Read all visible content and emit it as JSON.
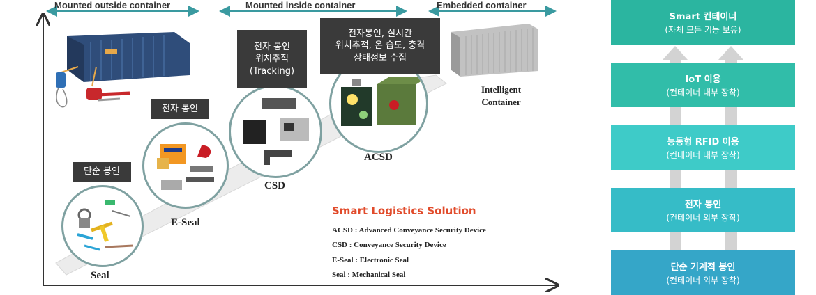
{
  "ranges": {
    "outside": "Mounted outside container",
    "inside": "Mounted inside container",
    "embedded": "Embedded container"
  },
  "callouts": {
    "acsd": "전자봉인, 실시간\n위치추적, 온 습도, 충격\n상태정보 수집",
    "csd": "전자  봉인\n위치추적\n(Tracking)",
    "eseal": "전자 봉인",
    "seal": "단순 봉인"
  },
  "stages": {
    "seal": "Seal",
    "eseal": "E-Seal",
    "csd": "CSD",
    "acsd": "ACSD",
    "intelligent": "Intelligent\nContainer"
  },
  "solution": {
    "title": "Smart Logistics Solution",
    "lines": [
      "ACSD : Advanced Conveyance Security Device",
      "CSD : Conveyance Security Device",
      "E-Seal : Electronic Seal",
      "Seal : Mechanical Seal"
    ]
  },
  "levels": [
    {
      "title": "Smart 컨테이너",
      "sub": "(자체 모든 기능 보유)",
      "color": "#2bb5a0"
    },
    {
      "title": "IoT 이용",
      "sub": "(컨테이너 내부 장착)",
      "color": "#31bda9"
    },
    {
      "title": "능동형  RFID 이용",
      "sub": "(컨테이너 내부 장착)",
      "color": "#3ecbc8"
    },
    {
      "title": "전자 봉인",
      "sub": "(컨테이너 외부 장착)",
      "color": "#36bcc7"
    },
    {
      "title": "단순 기계적 봉인",
      "sub": "(컨테이너 외부 장착)",
      "color": "#35a6c8"
    }
  ],
  "colors": {
    "accent": "#e14b2b",
    "circle_border": "#7fa1a1",
    "callout_bg": "#3a3a3a"
  }
}
